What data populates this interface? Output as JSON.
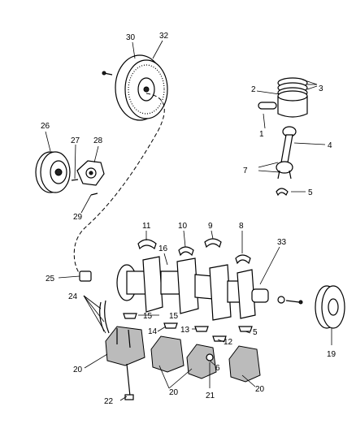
{
  "callouts": {
    "c1": "1",
    "c2": "2",
    "c3": "3",
    "c4": "4",
    "c5a": "5",
    "c5b": "5",
    "c6": "6",
    "c7": "7",
    "c8": "8",
    "c9": "9",
    "c10": "10",
    "c11": "11",
    "c12": "12",
    "c13": "13",
    "c14": "14",
    "c15a": "15",
    "c15b": "15",
    "c16": "16",
    "c19": "19",
    "c20a": "20",
    "c20b": "20",
    "c20c": "20",
    "c21": "21",
    "c22": "22",
    "c24": "24",
    "c25": "25",
    "c26": "26",
    "c27": "27",
    "c28": "28",
    "c29": "29",
    "c30": "30",
    "c32": "32",
    "c33": "33"
  }
}
